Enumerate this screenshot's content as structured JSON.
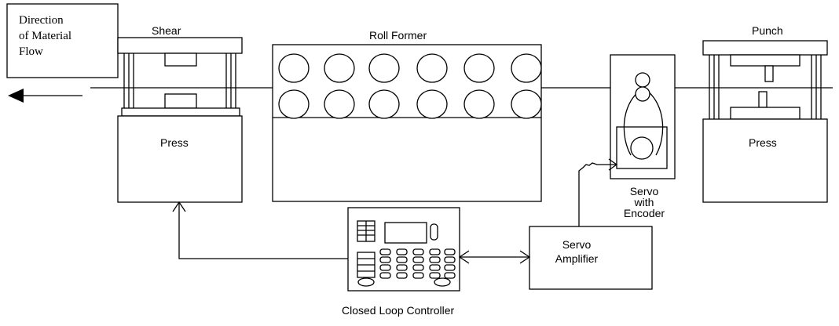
{
  "flow_note": {
    "line1": "Direction",
    "line2": "of Material",
    "line3": "Flow"
  },
  "shear": {
    "label": "Shear",
    "base_label": "Press"
  },
  "roll_former": {
    "label": "Roll Former",
    "roll_count_per_row": 6,
    "rows": 2
  },
  "punch": {
    "label": "Punch",
    "base_label": "Press"
  },
  "servo": {
    "line1": "Servo",
    "line2": "with",
    "line3": "Encoder"
  },
  "amplifier": {
    "line1": "Servo",
    "line2": "Amplifier"
  },
  "controller": {
    "label": "Closed Loop Controller"
  },
  "colors": {
    "line": "#000000",
    "background": "#ffffff"
  }
}
